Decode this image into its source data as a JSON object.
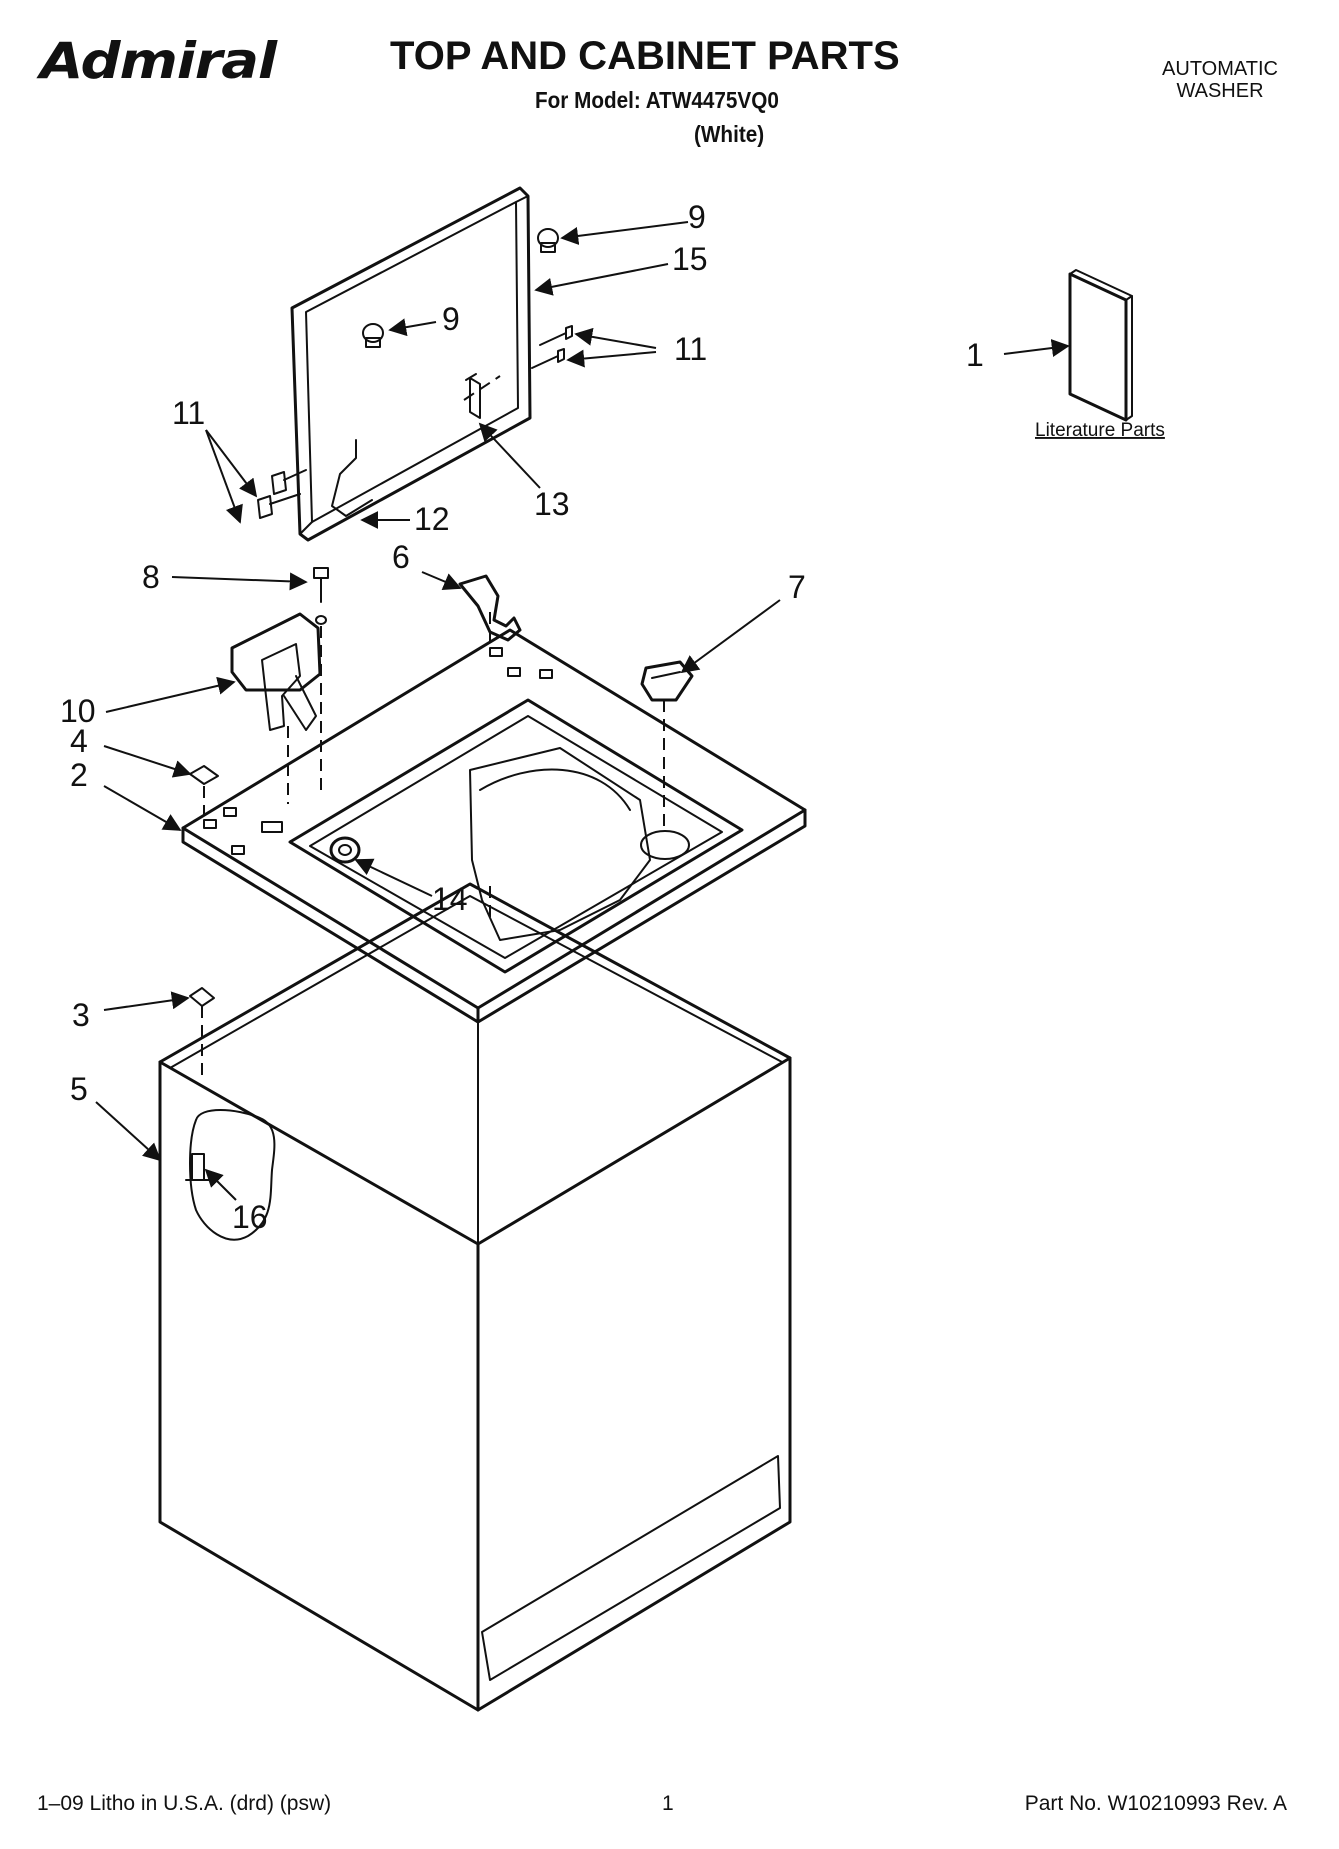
{
  "header": {
    "brand": "Admiral",
    "title": "TOP AND CABINET PARTS",
    "model_line": "For Model: ATW4475VQ0",
    "color_line": "(White)",
    "doc_type_line1": "AUTOMATIC",
    "doc_type_line2": "WASHER"
  },
  "diagram": {
    "literature_label": "Literature Parts",
    "callouts": {
      "c1": "1",
      "c2": "2",
      "c3": "3",
      "c4": "4",
      "c5": "5",
      "c6": "6",
      "c7": "7",
      "c8": "8",
      "c9a": "9",
      "c9b": "9",
      "c10": "10",
      "c11a": "11",
      "c11b": "11",
      "c12": "12",
      "c13": "13",
      "c14": "14",
      "c15": "15",
      "c16": "16"
    }
  },
  "footer": {
    "litho": "1–09 Litho in U.S.A. (drd) (psw)",
    "page": "1",
    "part_no": "Part No. W10210993 Rev. A"
  }
}
